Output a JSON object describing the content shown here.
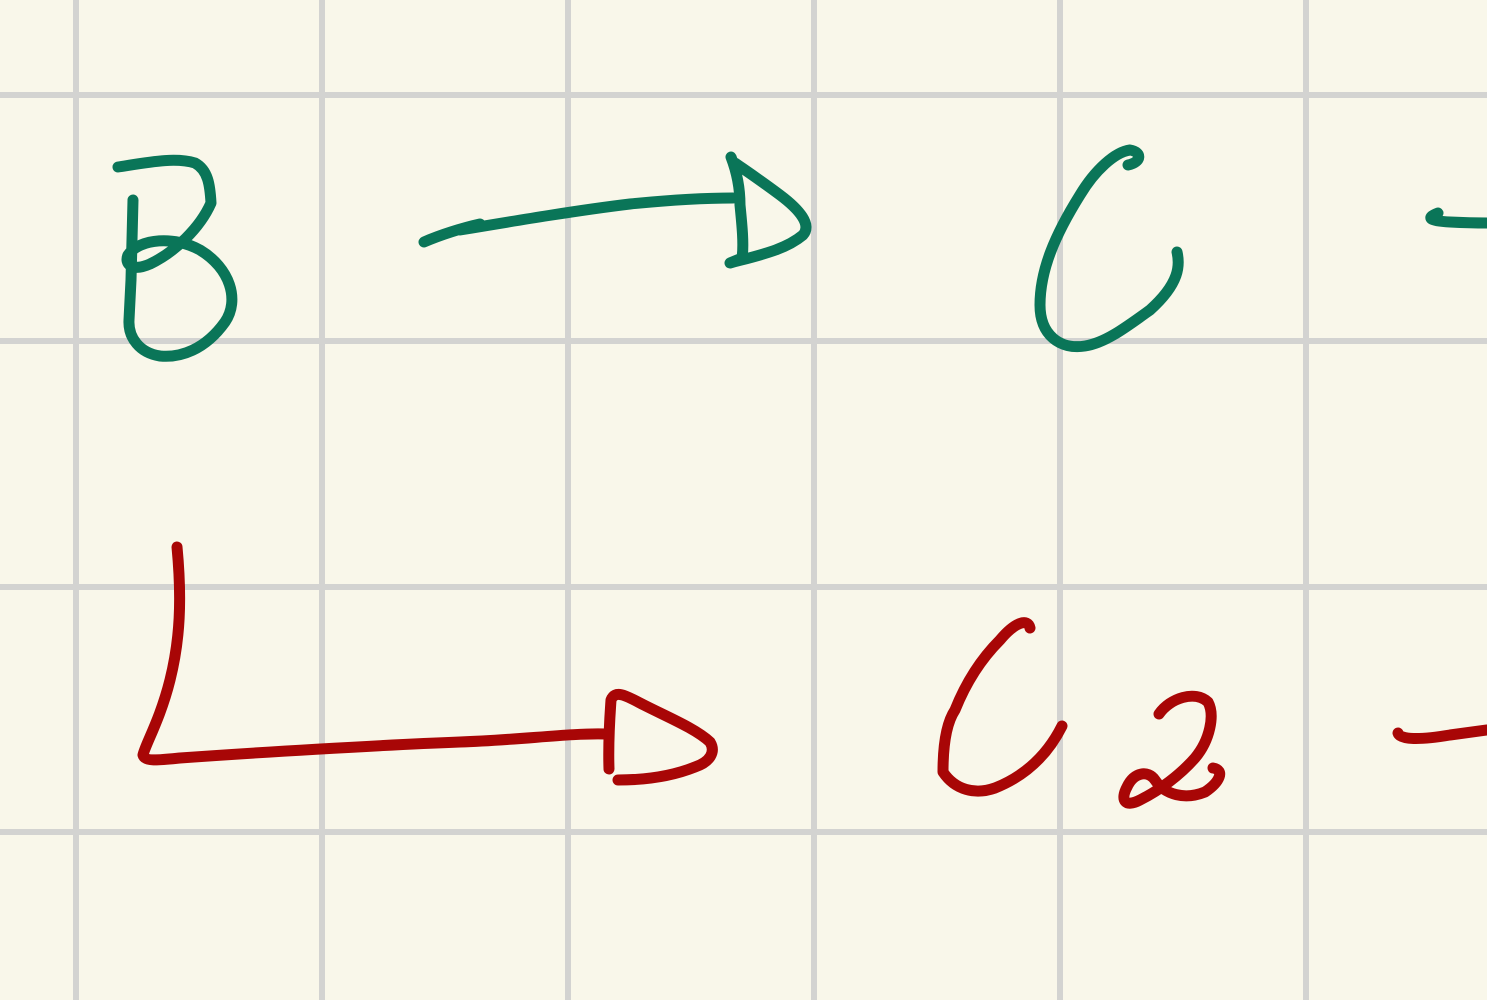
{
  "colors": {
    "paper": "#f9f7ea",
    "grid": "#d3d3d1",
    "green_ink": "#0a7558",
    "red_ink": "#a80606"
  },
  "labels": {
    "row1_start": "B",
    "row1_end": "C",
    "row2_end": "C2"
  },
  "icons": {
    "arrow": "arrow-right-icon",
    "elbow_arrow": "elbow-arrow-icon"
  }
}
